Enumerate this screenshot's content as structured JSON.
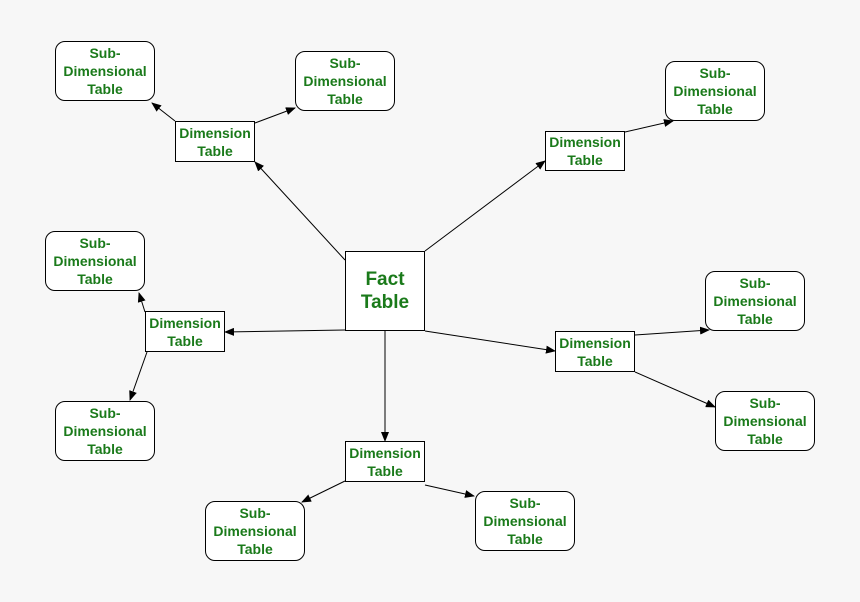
{
  "fact": {
    "label": "Fact\nTable"
  },
  "dimensions": [
    {
      "id": "dim-upper-left",
      "label": "Dimension\nTable"
    },
    {
      "id": "dim-upper-right",
      "label": "Dimension\nTable"
    },
    {
      "id": "dim-left",
      "label": "Dimension\nTable"
    },
    {
      "id": "dim-right",
      "label": "Dimension\nTable"
    },
    {
      "id": "dim-bottom",
      "label": "Dimension\nTable"
    }
  ],
  "sub_dimensions": [
    {
      "id": "sub-ul-1",
      "label": "Sub-\nDimensional\nTable"
    },
    {
      "id": "sub-ul-2",
      "label": "Sub-\nDimensional\nTable"
    },
    {
      "id": "sub-ur-1",
      "label": "Sub-\nDimensional\nTable"
    },
    {
      "id": "sub-l-1",
      "label": "Sub-\nDimensional\nTable"
    },
    {
      "id": "sub-l-2",
      "label": "Sub-\nDimensional\nTable"
    },
    {
      "id": "sub-r-1",
      "label": "Sub-\nDimensional\nTable"
    },
    {
      "id": "sub-r-2",
      "label": "Sub-\nDimensional\nTable"
    },
    {
      "id": "sub-b-1",
      "label": "Sub-\nDimensional\nTable"
    },
    {
      "id": "sub-b-2",
      "label": "Sub-\nDimensional\nTable"
    }
  ],
  "colors": {
    "text": "#1a7a1a",
    "border": "#000000",
    "background": "#f7f7f7"
  }
}
